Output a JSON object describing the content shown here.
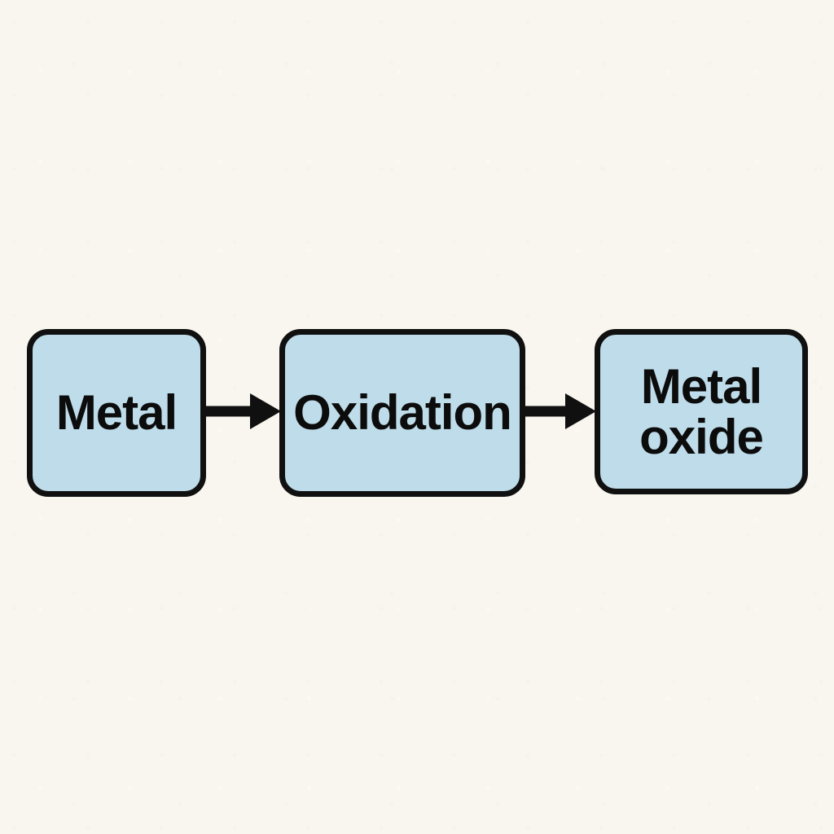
{
  "diagram": {
    "type": "flowchart",
    "orientation": "left-to-right",
    "background_color": "#f8f6ee",
    "node_fill_color": "#bedce9",
    "node_border_color": "#101010",
    "arrow_color": "#101010",
    "text_color": "#0c0c0c",
    "nodes": [
      {
        "label": "Metal"
      },
      {
        "label": "Oxidation"
      },
      {
        "label": "Metal oxide"
      }
    ],
    "arrows": [
      {
        "from": "Metal",
        "to": "Oxidation",
        "direction": "right"
      },
      {
        "from": "Oxidation",
        "to": "Metal oxide",
        "direction": "right"
      }
    ]
  }
}
